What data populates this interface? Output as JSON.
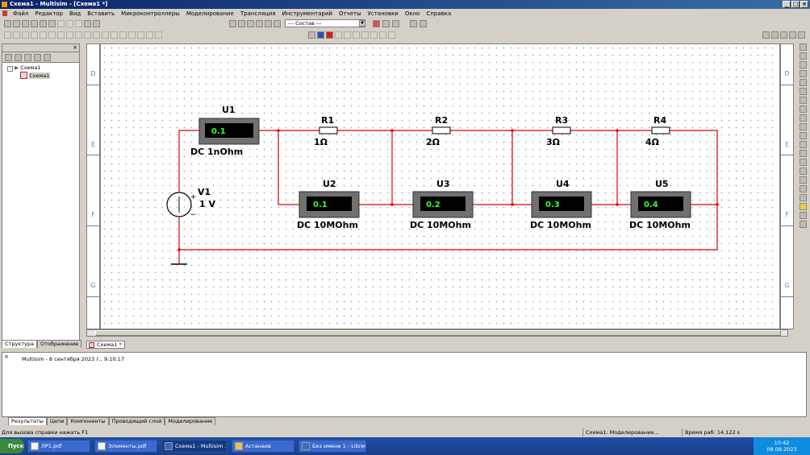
{
  "window": {
    "title": "Схема1 - Multisim - [Схема1 *]"
  },
  "menu": [
    "Файл",
    "Редактор",
    "Вид",
    "Вставить",
    "Микроконтроллеры",
    "Моделирование",
    "Трансляция",
    "Инструментарий",
    "Отчеты",
    "Установки",
    "Окно",
    "Справка"
  ],
  "toolbar": {
    "dropdown_value": "--- Состав ---"
  },
  "tree": {
    "root": "Схема1",
    "child": "Схема1"
  },
  "left_tabs": [
    "Структура",
    "Отображение"
  ],
  "ruler": {
    "rows": [
      "D",
      "E",
      "F",
      "G"
    ]
  },
  "circuit": {
    "source": {
      "ref": "V1",
      "value": "1 V"
    },
    "ammeter": {
      "ref": "U1",
      "reading": "0.1",
      "mode": "DC  1nOhm"
    },
    "resistors": [
      {
        "ref": "R1",
        "value": "1Ω"
      },
      {
        "ref": "R2",
        "value": "2Ω"
      },
      {
        "ref": "R3",
        "value": "3Ω"
      },
      {
        "ref": "R4",
        "value": "4Ω"
      }
    ],
    "voltmeters": [
      {
        "ref": "U2",
        "reading": "0.1",
        "mode": "DC  10MOhm"
      },
      {
        "ref": "U3",
        "reading": "0.2",
        "mode": "DC  10MOhm"
      },
      {
        "ref": "U4",
        "reading": "0.3",
        "mode": "DC  10MOhm"
      },
      {
        "ref": "U5",
        "reading": "0.4",
        "mode": "DC  10MOhm"
      }
    ],
    "wire_color": "#e00000",
    "display_color": "#33ff33"
  },
  "doc_tab": "Схема1 *",
  "output": {
    "line": "Multisim  -  8 сентября 2023 г., 9:10:17"
  },
  "bottom_tabs": [
    "Результаты",
    "Цепи",
    "Компоненты",
    "Проводящий слой",
    "Моделирование"
  ],
  "status": {
    "help": "Для вызова справки нажать F1",
    "sim": "Схема1: Моделирование...",
    "time": "Время раб: 14.122 s"
  },
  "taskbar": {
    "start": "Пуск",
    "tasks": [
      "ЛР1.pdf",
      "Элементы.pdf",
      "Схема1 - Multisim ...",
      "Астанаев",
      "Без имени 1 - LibreOf..."
    ],
    "clock_time": "10:42",
    "clock_date": "08.09.2023"
  }
}
